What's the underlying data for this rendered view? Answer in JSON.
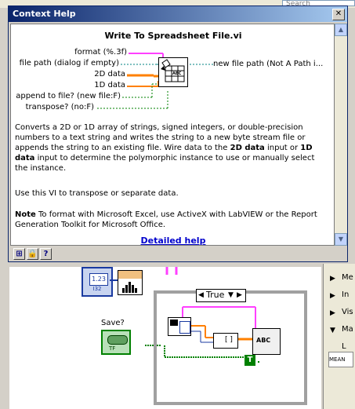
{
  "background": {
    "search_placeholder": "Search",
    "palette_items": [
      {
        "label": "Me",
        "arrow": "▶"
      },
      {
        "label": "In",
        "arrow": "▶"
      },
      {
        "label": "Vis",
        "arrow": "▶"
      },
      {
        "label": "Ma",
        "arrow": "▼"
      },
      {
        "label": "L",
        "arrow": ""
      }
    ],
    "palette_box_label": "MEAN"
  },
  "context_help": {
    "window_title": "Context Help",
    "close_glyph": "✕",
    "vi_name": "Write To Spreadsheet File.vi",
    "inputs": [
      {
        "label": "format (%.3f)"
      },
      {
        "label": "file path (dialog if empty)"
      },
      {
        "label": "2D data"
      },
      {
        "label": "1D data"
      },
      {
        "label": "append to file? (new file:F)"
      },
      {
        "label": "transpose? (no:F)"
      }
    ],
    "output_label": "new file path (Not A Path i...",
    "icon_text": "ABC",
    "description": {
      "p1_a": "Converts a 2D or 1D array of strings, signed integers, or double-precision numbers to a text string and writes the string to a new byte stream file or appends the string to an existing file. Wire data to the ",
      "p1_b1": "2D data",
      "p1_c": " input or ",
      "p1_b2": "1D data",
      "p1_d": " input to determine the polymorphic instance to use or manually select the instance.",
      "p2": "Use this VI to transpose or separate data.",
      "p3_bold": "Note",
      "p3_rest": "  To format with Microsoft Excel, use ActiveX with LabVIEW or the Report Generation Toolkit for Microsoft Office."
    },
    "detailed_help_link": "Detailed help",
    "toolbar_glyphs": [
      "⊞",
      "🔒",
      "?"
    ]
  },
  "block_diagram": {
    "case_selector": "True",
    "save_label": "Save?",
    "numeric_label": "1.23",
    "numeric_type": "I32",
    "bool_type": "TF",
    "true_const": "T",
    "bundle_text": "ABC",
    "array_glyph": "[ ]"
  }
}
